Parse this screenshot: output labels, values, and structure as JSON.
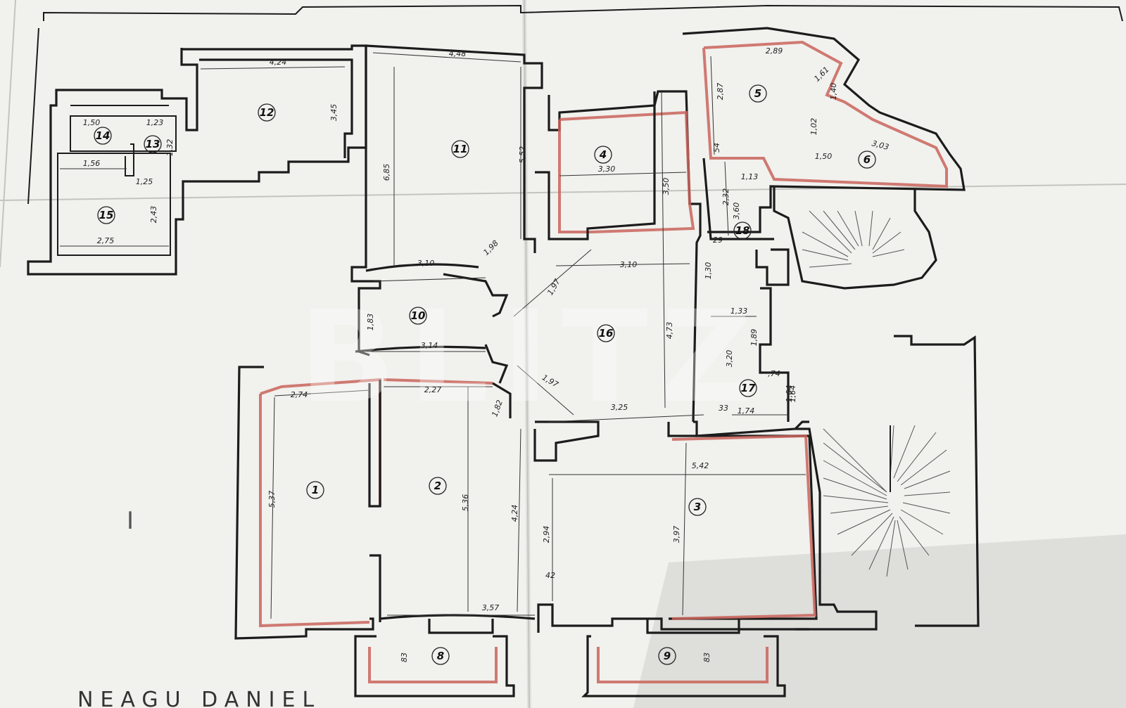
{
  "watermark": "BLITZ",
  "rooms": [
    {
      "id": "room-1",
      "label": "1"
    },
    {
      "id": "room-2",
      "label": "2"
    },
    {
      "id": "room-3",
      "label": "3"
    },
    {
      "id": "room-4",
      "label": "4"
    },
    {
      "id": "room-5",
      "label": "5"
    },
    {
      "id": "room-6",
      "label": "6"
    },
    {
      "id": "room-8",
      "label": "8"
    },
    {
      "id": "room-9",
      "label": "9"
    },
    {
      "id": "room-10",
      "label": "10"
    },
    {
      "id": "room-11",
      "label": "11"
    },
    {
      "id": "room-12",
      "label": "12"
    },
    {
      "id": "room-13",
      "label": "13"
    },
    {
      "id": "room-14",
      "label": "14"
    },
    {
      "id": "room-15",
      "label": "15"
    },
    {
      "id": "room-16",
      "label": "16"
    },
    {
      "id": "room-17",
      "label": "17"
    },
    {
      "id": "room-18",
      "label": "18"
    }
  ],
  "dimensions": [
    "4,24",
    "4,48",
    "3,45",
    "1,50",
    "1,23",
    "1,32",
    "1,56",
    "1,25",
    "2,43",
    "2,75",
    "6,85",
    "5,52",
    "3,10",
    "1,98",
    "1,83",
    "3,14",
    "3,30",
    "3,50",
    "2,32",
    "3,60",
    "1,13",
    "2,87",
    "2,89",
    "1,61",
    "1,40",
    "1,02",
    "1,50",
    "3,03",
    "54",
    "3,10",
    "1,97",
    "4,73",
    "1,30",
    "1,33",
    "1,89",
    "3,20",
    "1,64",
    "1,97",
    "3,25",
    "1,74",
    "1,64",
    "2,74",
    "2,27",
    "1,82",
    "5,37",
    "5,36",
    "4,24",
    "2,94",
    "5,42",
    "3,97",
    "42",
    "3,57",
    "83",
    "83",
    "33",
    ",74",
    "29"
  ],
  "margin_mark": "I",
  "bottom_note": "NEAGU DANIEL"
}
